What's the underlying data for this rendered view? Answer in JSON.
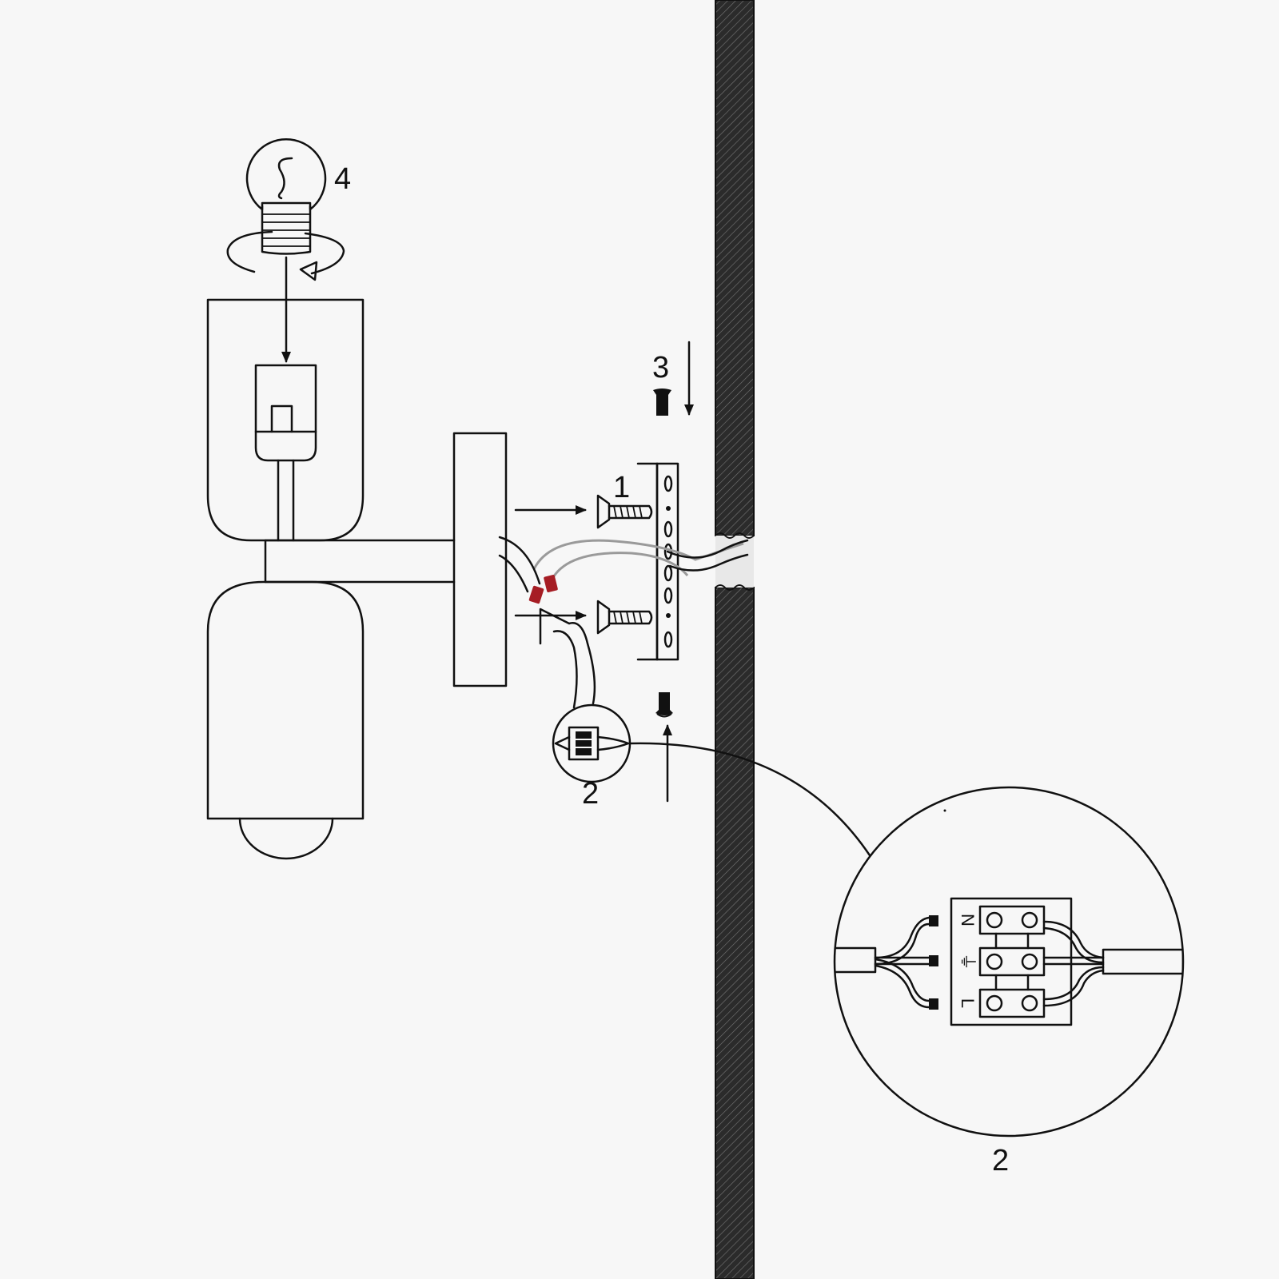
{
  "labels": {
    "step_1": "1",
    "step_2_small": "2",
    "step_2_detail": "2",
    "step_3": "3",
    "step_4": "4"
  },
  "terminal_block": {
    "terminals": [
      "N",
      "⏚",
      "L"
    ]
  },
  "colors": {
    "background": "#f7f7f7",
    "line": "#111111",
    "wall": "#2b2b2b",
    "wire_connector": "#a61d24",
    "wire_grey": "#9a9a9a"
  }
}
